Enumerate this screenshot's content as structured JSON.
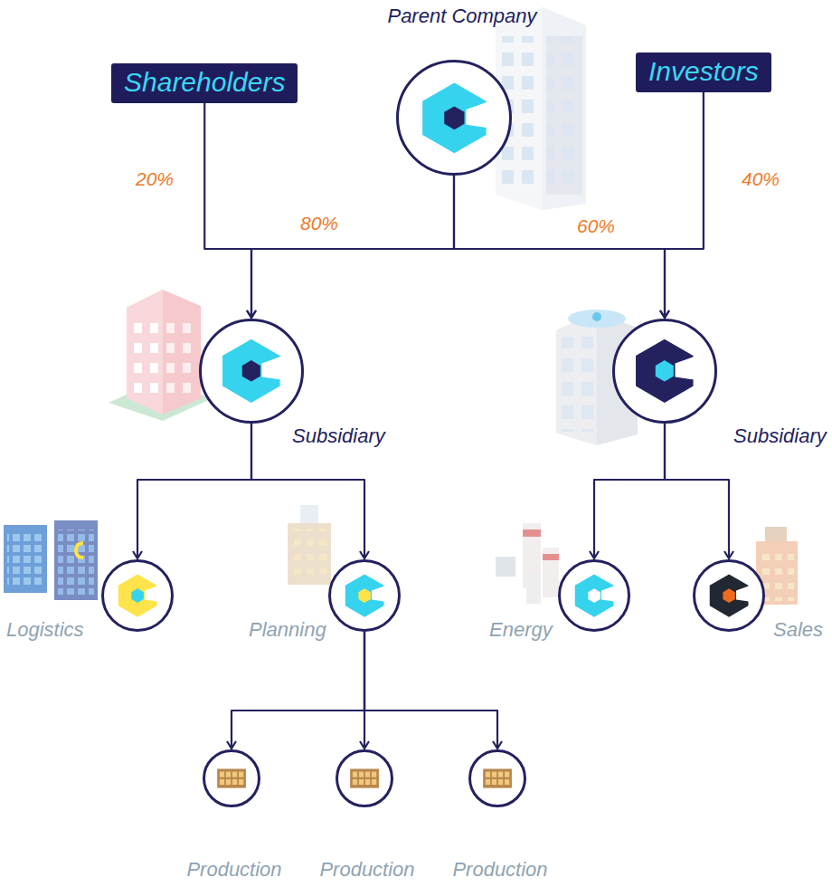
{
  "diagram": {
    "nodes": [
      {
        "text": [
          "Parent Company"
        ]
      },
      {
        "text": [
          "Shareholders"
        ]
      },
      {
        "text": [
          "Investors"
        ]
      },
      {
        "text": [
          "Subsidiary"
        ]
      },
      {
        "text": [
          "Subsidiary"
        ]
      },
      {
        "text": [
          "Logistics"
        ]
      },
      {
        "text": [
          "Planning"
        ]
      },
      {
        "text": [
          "Energy"
        ]
      },
      {
        "text": [
          "Sales"
        ]
      },
      {
        "text": [
          "Production"
        ]
      },
      {
        "text": [
          "Production"
        ]
      },
      {
        "text": [
          "Production"
        ]
      }
    ],
    "edges": [
      {
        "from": 1,
        "to": 3,
        "arrow": "to",
        "label": "20%"
      },
      {
        "from": 0,
        "to": 3,
        "arrow": "to",
        "label": "80%"
      },
      {
        "from": 0,
        "to": 4,
        "arrow": "to",
        "label": "60%"
      },
      {
        "from": 2,
        "to": 4,
        "arrow": "to",
        "label": "40%"
      },
      {
        "from": 3,
        "to": 5,
        "arrow": "to"
      },
      {
        "from": 3,
        "to": 6,
        "arrow": "to"
      },
      {
        "from": 4,
        "to": 7,
        "arrow": "to"
      },
      {
        "from": 4,
        "to": 8,
        "arrow": "to"
      },
      {
        "from": 6,
        "to": 9,
        "arrow": "to"
      },
      {
        "from": 6,
        "to": 10,
        "arrow": "to"
      },
      {
        "from": 6,
        "to": 11,
        "arrow": "to"
      }
    ]
  }
}
